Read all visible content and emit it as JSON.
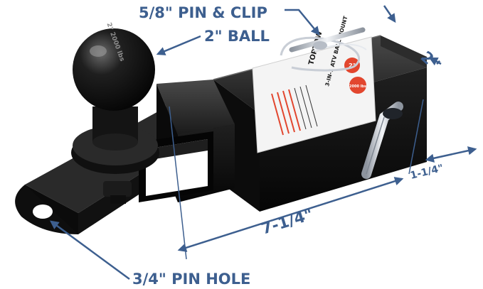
{
  "labels": {
    "pin_clip": "5/8\" PIN & CLIP",
    "ball": "2\" BALL",
    "receiver_size": "2\"",
    "length": "7-1/4\"",
    "bar_size": "1-1/4\"",
    "pin_hole": "3/4\" PIN HOLE"
  },
  "product_label": {
    "brand": "TOPTOW",
    "title": "3-IN-1 ATV BALL MOUNT",
    "badge_size": "2\"",
    "badge_capacity": "2000 lbs"
  },
  "ball_stamp": "2\" 2000 lbs",
  "colors": {
    "dimension_blue": "#3d5f8f",
    "steel_black": "#151515",
    "chrome": "#c9ced6",
    "label_red": "#e2462e"
  }
}
